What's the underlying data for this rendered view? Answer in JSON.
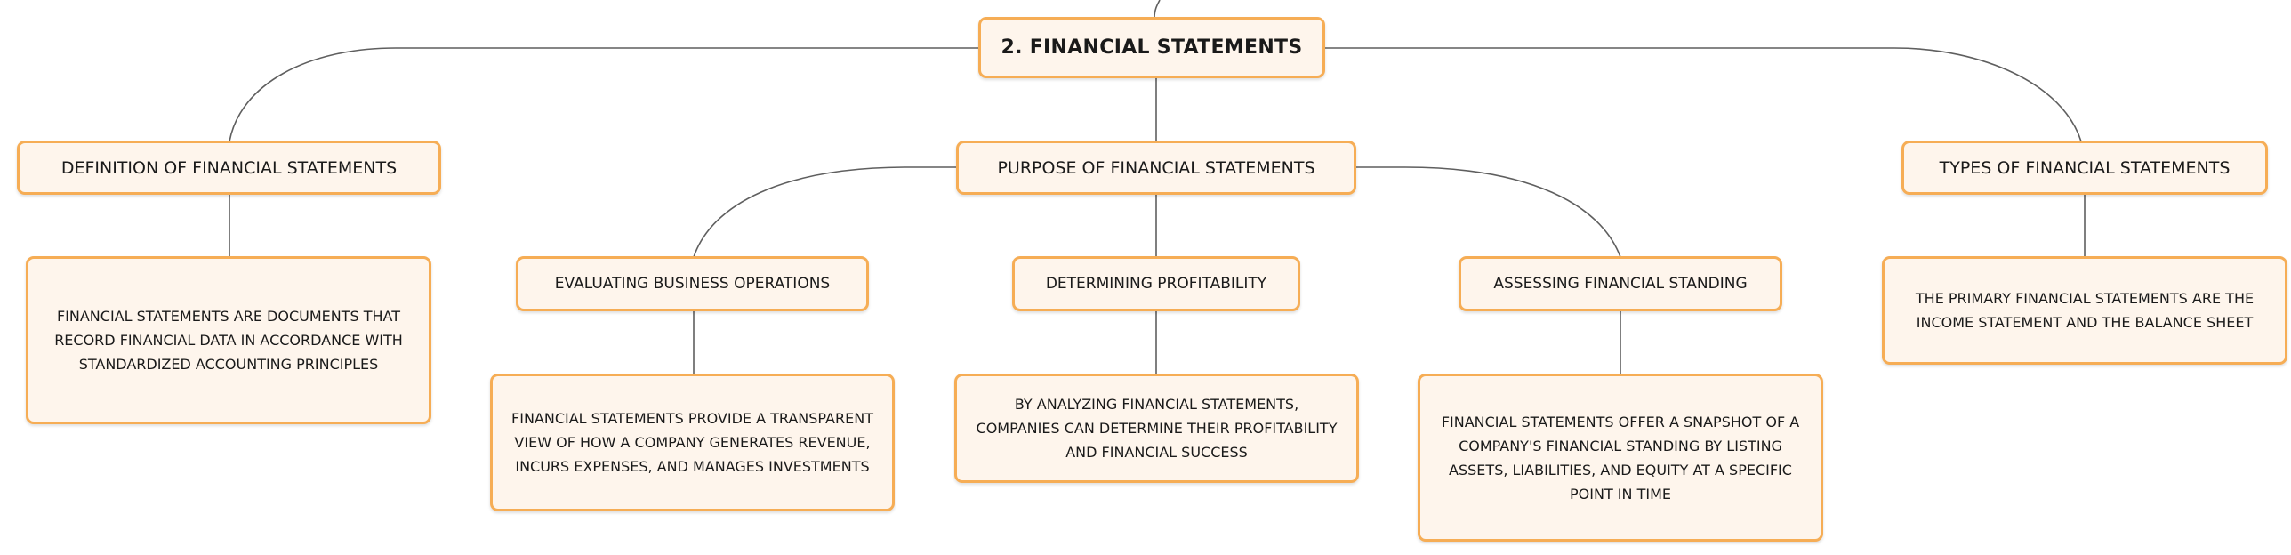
{
  "diagram": {
    "root": {
      "label": "2. Financial Statements"
    },
    "branches": [
      {
        "label": "Definition of Financial Statements",
        "detail": "Financial statements are documents that record financial data in accordance with standardized accounting principles"
      },
      {
        "label": "Purpose of Financial Statements",
        "children": [
          {
            "label": "Evaluating Business Operations",
            "detail": "Financial statements provide a transparent view of how a company generates revenue, incurs expenses, and manages investments"
          },
          {
            "label": "Determining Profitability",
            "detail": "By analyzing financial statements, companies can determine their profitability and financial success"
          },
          {
            "label": "Assessing Financial Standing",
            "detail": "Financial statements offer a snapshot of a company's financial standing by listing assets, liabilities, and equity at a specific point in time"
          }
        ]
      },
      {
        "label": "Types of Financial Statements",
        "detail": "The primary financial statements are the income statement and the balance sheet"
      }
    ]
  },
  "colors": {
    "node_fill": "#fef5ec",
    "node_border": "#f6ad55",
    "connector": "#5f5f5f",
    "text": "#1a1a1a"
  }
}
